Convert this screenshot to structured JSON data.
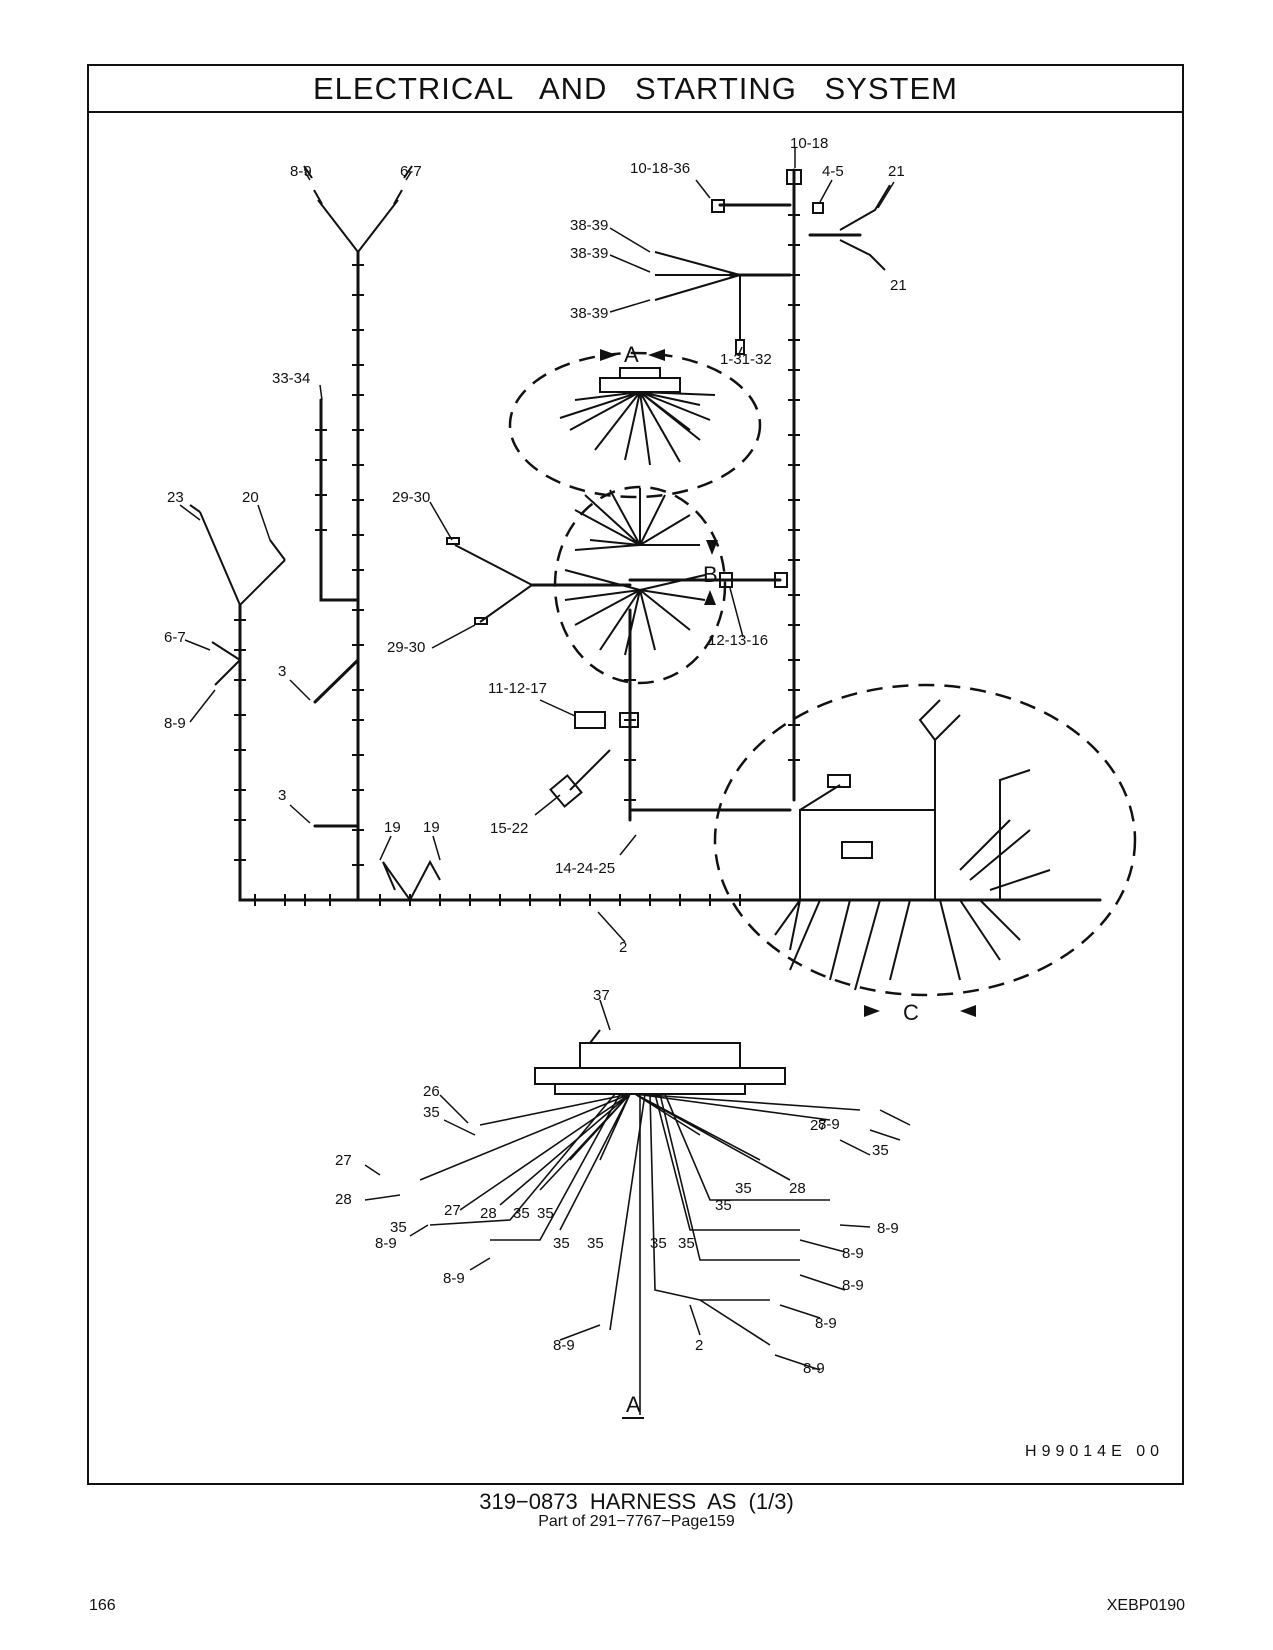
{
  "title": "ELECTRICAL AND STARTING SYSTEM",
  "drawing_code": "H99014E   00",
  "caption": "319−0873  HARNESS  AS (1/3)",
  "caption_sub": "Part of 291−7767−Page159",
  "page_number": "166",
  "doc_id": "XEBP0190",
  "views": [
    "A",
    "B",
    "C",
    "A"
  ],
  "callouts": [
    "8-9",
    "6-7",
    "10-18-36",
    "10-18",
    "4-5",
    "21",
    "38-39",
    "38-39",
    "21",
    "38-39",
    "1-31-32",
    "33-34",
    "23",
    "20",
    "29-30",
    "6-7",
    "29-30",
    "12-13-16",
    "3",
    "8-9",
    "11-12-17",
    "3",
    "19",
    "19",
    "15-22",
    "14-24-25",
    "2",
    "37",
    "26",
    "35",
    "27",
    "28",
    "27",
    "35",
    "28",
    "35",
    "27",
    "28",
    "35",
    "35",
    "35",
    "35",
    "8-9",
    "35",
    "35",
    "35",
    "35",
    "8-9",
    "8-9",
    "8-9",
    "8-9",
    "8-9",
    "2",
    "8-9",
    "8-9",
    "8-9"
  ]
}
